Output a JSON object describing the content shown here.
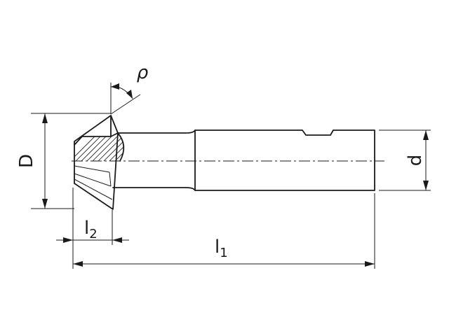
{
  "labels": {
    "angle": "ρ",
    "diameter_cutter": "D",
    "diameter_shank": "d",
    "length_total_base": "l",
    "length_total_sub": "1",
    "length_head_base": "l",
    "length_head_sub": "2"
  }
}
